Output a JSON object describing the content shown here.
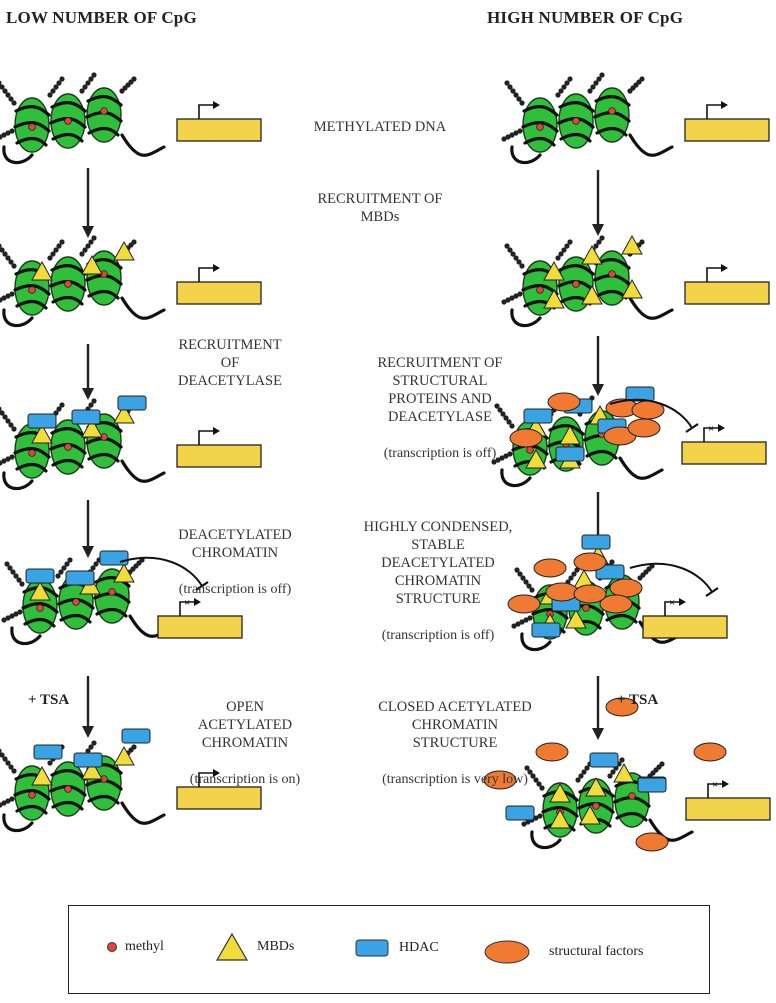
{
  "columns": {
    "left_title": "LOW NUMBER OF CpG",
    "right_title": "HIGH NUMBER OF CpG"
  },
  "labels": {
    "methylated_dna": "METHYLATED DNA",
    "recruitment_mbds": "RECRUITMENT OF\nMBDs",
    "recruitment_deacetylase": "RECRUITMENT\nOF\nDEACETYLASE",
    "recruitment_structural": "RECRUITMENT OF\nSTRUCTURAL\nPROTEINS AND\nDEACETYLASE",
    "recruitment_structural_note": "(transcription is off)",
    "deacetylated_chromatin": "DEACETYLATED\nCHROMATIN",
    "deacetylated_chromatin_note": "(transcription is off)",
    "highly_condensed": "HIGHLY CONDENSED,\nSTABLE\nDEACETYLATED\nCHROMATIN\nSTRUCTURE",
    "highly_condensed_note": "(transcription is off)",
    "open_acetylated": "OPEN\nACETYLATED\nCHROMATIN",
    "open_acetylated_note": "(transcription is on)",
    "closed_acetylated": "CLOSED ACETYLATED\nCHROMATIN\nSTRUCTURE",
    "closed_acetylated_note": "(transcription is very low)",
    "tsa_left": "+ TSA",
    "tsa_right": "+ TSA"
  },
  "legend": {
    "methyl": "methyl",
    "mbds": "MBDs",
    "hdac": "HDAC",
    "structural_factors": "structural factors"
  },
  "colors": {
    "nucleosome": "#2fbf3a",
    "methyl": "#e8403a",
    "mbd": "#f2dc3a",
    "hdac": "#3aa3e3",
    "structural": "#f07a32",
    "gene": "#f2d34a"
  }
}
